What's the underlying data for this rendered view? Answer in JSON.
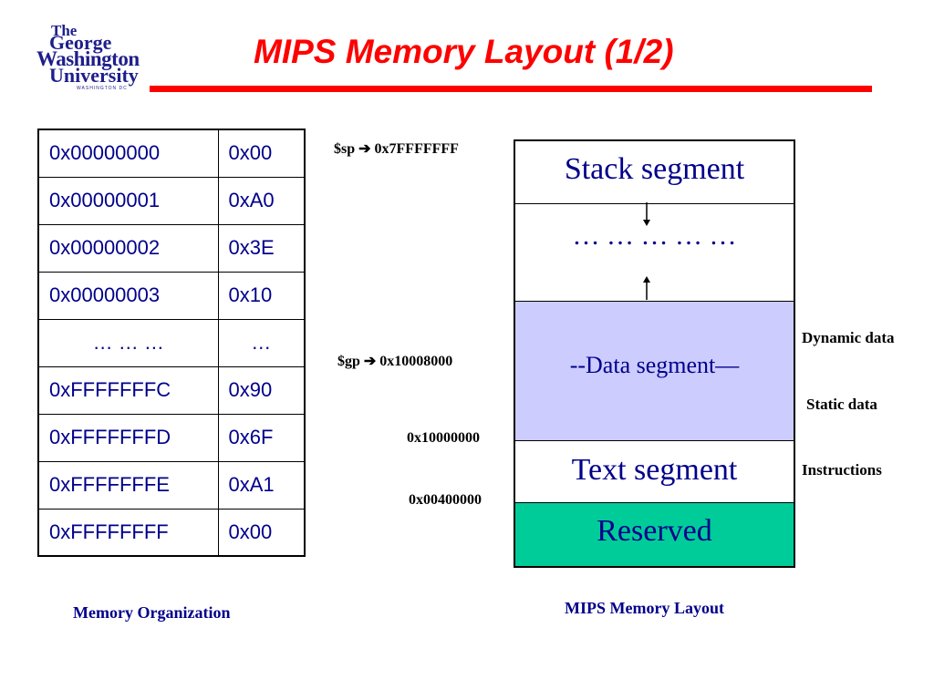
{
  "logo": {
    "line1": "The",
    "line2": "George",
    "line3": "Washington",
    "line4": "University",
    "line5": "WASHINGTON DC"
  },
  "title": "MIPS Memory Layout (1/2)",
  "memory_table": {
    "rows": [
      {
        "address": "0x00000000",
        "value": "0x00"
      },
      {
        "address": "0x00000001",
        "value": "0xA0"
      },
      {
        "address": "0x00000002",
        "value": "0x3E"
      },
      {
        "address": "0x00000003",
        "value": "0x10"
      },
      {
        "address": "… … …",
        "value": "…"
      },
      {
        "address": "0xFFFFFFFC",
        "value": "0x90"
      },
      {
        "address": "0xFFFFFFFD",
        "value": "0x6F"
      },
      {
        "address": "0xFFFFFFFE",
        "value": "0xA1"
      },
      {
        "address": "0xFFFFFFFF",
        "value": "0x00"
      }
    ]
  },
  "caption_left": "Memory Organization",
  "caption_right": "MIPS Memory Layout",
  "layout": {
    "sp_label": "$sp ➔ 0x7FFFFFFF",
    "gp_label": "$gp ➔ 0x10008000",
    "data_addr": "0x10000000",
    "text_addr": "0x00400000",
    "segments": {
      "stack": "Stack segment",
      "gap": "… … … … …",
      "data": "--Data segment—",
      "text": "Text segment",
      "reserved": "Reserved"
    },
    "side_labels": {
      "dynamic": "Dynamic data",
      "static": "Static data",
      "instructions": "Instructions"
    }
  },
  "colors": {
    "title": "#ff0000",
    "text": "#00008b",
    "data_segment": "#ccccff",
    "reserved_segment": "#00cc99"
  }
}
